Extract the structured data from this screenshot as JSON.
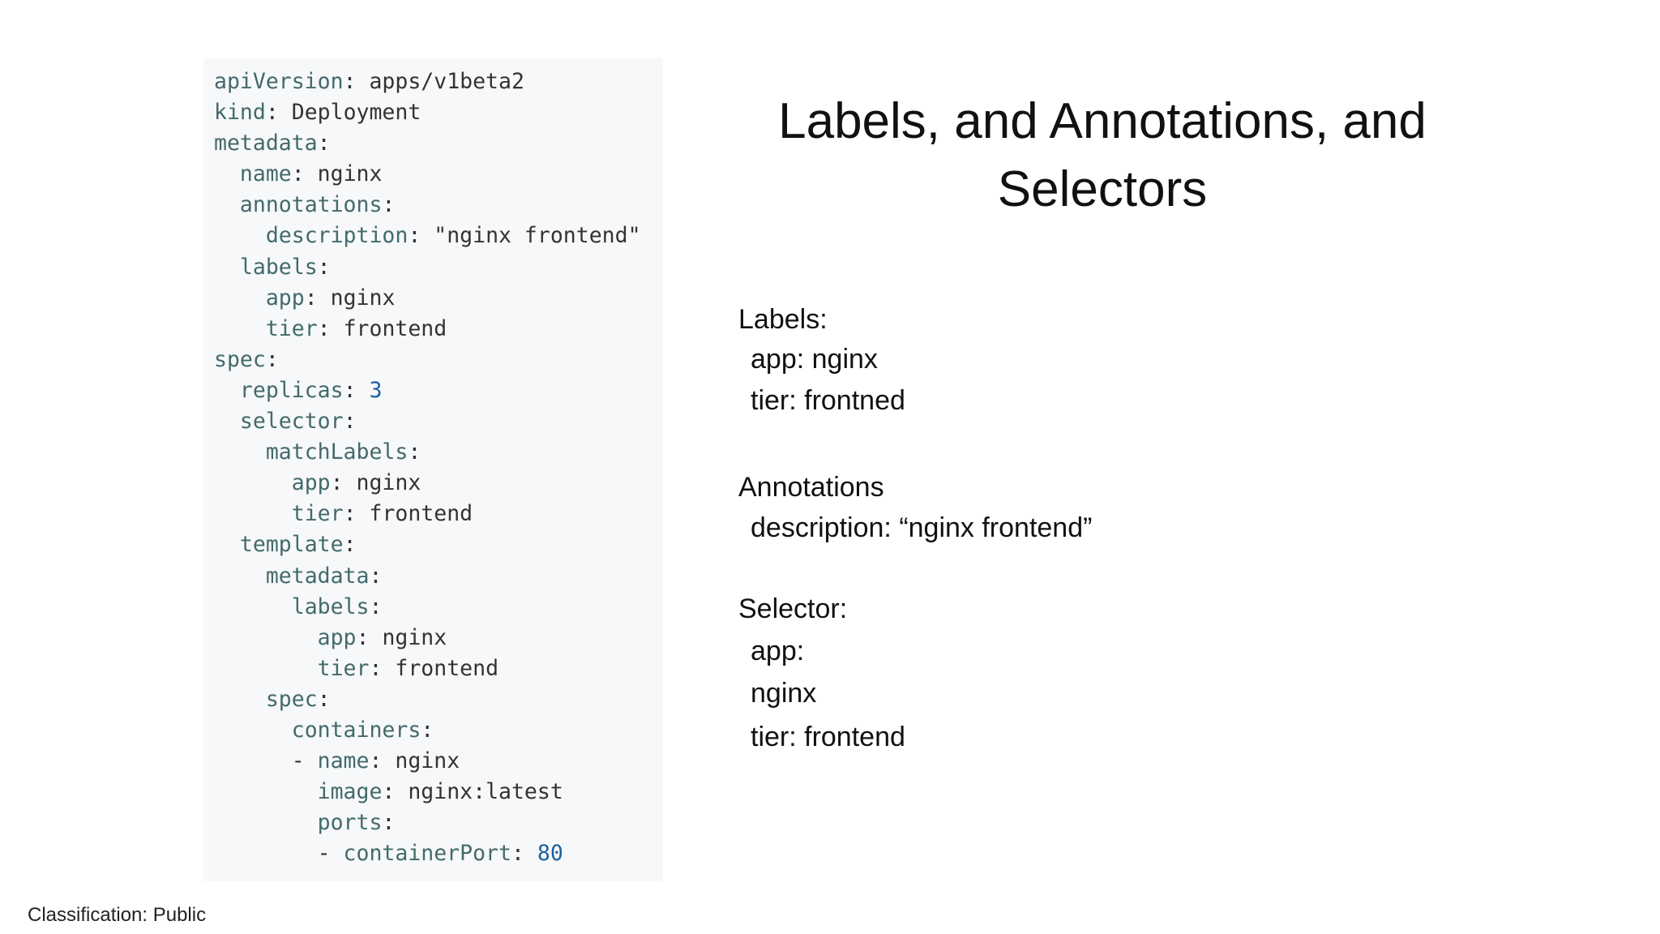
{
  "slide": {
    "title_line1": "Labels, and Annotations,  and",
    "title_line2": "Selectors",
    "labels_heading": "Labels:",
    "labels_items": [
      "app: nginx",
      "tier: frontned"
    ],
    "annotations_heading": "Annotations",
    "annotations_items": [
      "description: “nginx frontend”"
    ],
    "selector_heading": "Selector:",
    "selector_items": [
      "app:",
      "nginx",
      "tier: frontend"
    ],
    "footer": "Classification: Public"
  },
  "code": {
    "lines": [
      {
        "indent": "",
        "key": "apiVersion",
        "sep": ": ",
        "value": "apps/v1beta2",
        "num": false
      },
      {
        "indent": "",
        "key": "kind",
        "sep": ": ",
        "value": "Deployment",
        "num": false
      },
      {
        "indent": "",
        "key": "metadata",
        "sep": ":",
        "value": "",
        "num": false
      },
      {
        "indent": "  ",
        "key": "name",
        "sep": ": ",
        "value": "nginx",
        "num": false
      },
      {
        "indent": "  ",
        "key": "annotations",
        "sep": ":",
        "value": "",
        "num": false
      },
      {
        "indent": "    ",
        "key": "description",
        "sep": ": ",
        "value": "\"nginx frontend\"",
        "num": false
      },
      {
        "indent": "  ",
        "key": "labels",
        "sep": ":",
        "value": "",
        "num": false
      },
      {
        "indent": "    ",
        "key": "app",
        "sep": ": ",
        "value": "nginx",
        "num": false
      },
      {
        "indent": "    ",
        "key": "tier",
        "sep": ": ",
        "value": "frontend",
        "num": false
      },
      {
        "indent": "",
        "key": "spec",
        "sep": ":",
        "value": "",
        "num": false
      },
      {
        "indent": "  ",
        "key": "replicas",
        "sep": ": ",
        "value": "3",
        "num": true
      },
      {
        "indent": "  ",
        "key": "selector",
        "sep": ":",
        "value": "",
        "num": false
      },
      {
        "indent": "    ",
        "key": "matchLabels",
        "sep": ":",
        "value": "",
        "num": false
      },
      {
        "indent": "      ",
        "key": "app",
        "sep": ": ",
        "value": "nginx",
        "num": false
      },
      {
        "indent": "      ",
        "key": "tier",
        "sep": ": ",
        "value": "frontend",
        "num": false
      },
      {
        "indent": "  ",
        "key": "template",
        "sep": ":",
        "value": "",
        "num": false
      },
      {
        "indent": "    ",
        "key": "metadata",
        "sep": ":",
        "value": "",
        "num": false
      },
      {
        "indent": "      ",
        "key": "labels",
        "sep": ":",
        "value": "",
        "num": false
      },
      {
        "indent": "        ",
        "key": "app",
        "sep": ": ",
        "value": "nginx",
        "num": false
      },
      {
        "indent": "        ",
        "key": "tier",
        "sep": ": ",
        "value": "frontend",
        "num": false
      },
      {
        "indent": "    ",
        "key": "spec",
        "sep": ":",
        "value": "",
        "num": false
      },
      {
        "indent": "      ",
        "key": "containers",
        "sep": ":",
        "value": "",
        "num": false
      },
      {
        "indent": "      - ",
        "key": "name",
        "sep": ": ",
        "value": "nginx",
        "num": false
      },
      {
        "indent": "        ",
        "key": "image",
        "sep": ": ",
        "value": "nginx:latest",
        "num": false
      },
      {
        "indent": "        ",
        "key": "ports",
        "sep": ":",
        "value": "",
        "num": false
      },
      {
        "indent": "        - ",
        "key": "containerPort",
        "sep": ": ",
        "value": "80",
        "num": true
      }
    ]
  }
}
